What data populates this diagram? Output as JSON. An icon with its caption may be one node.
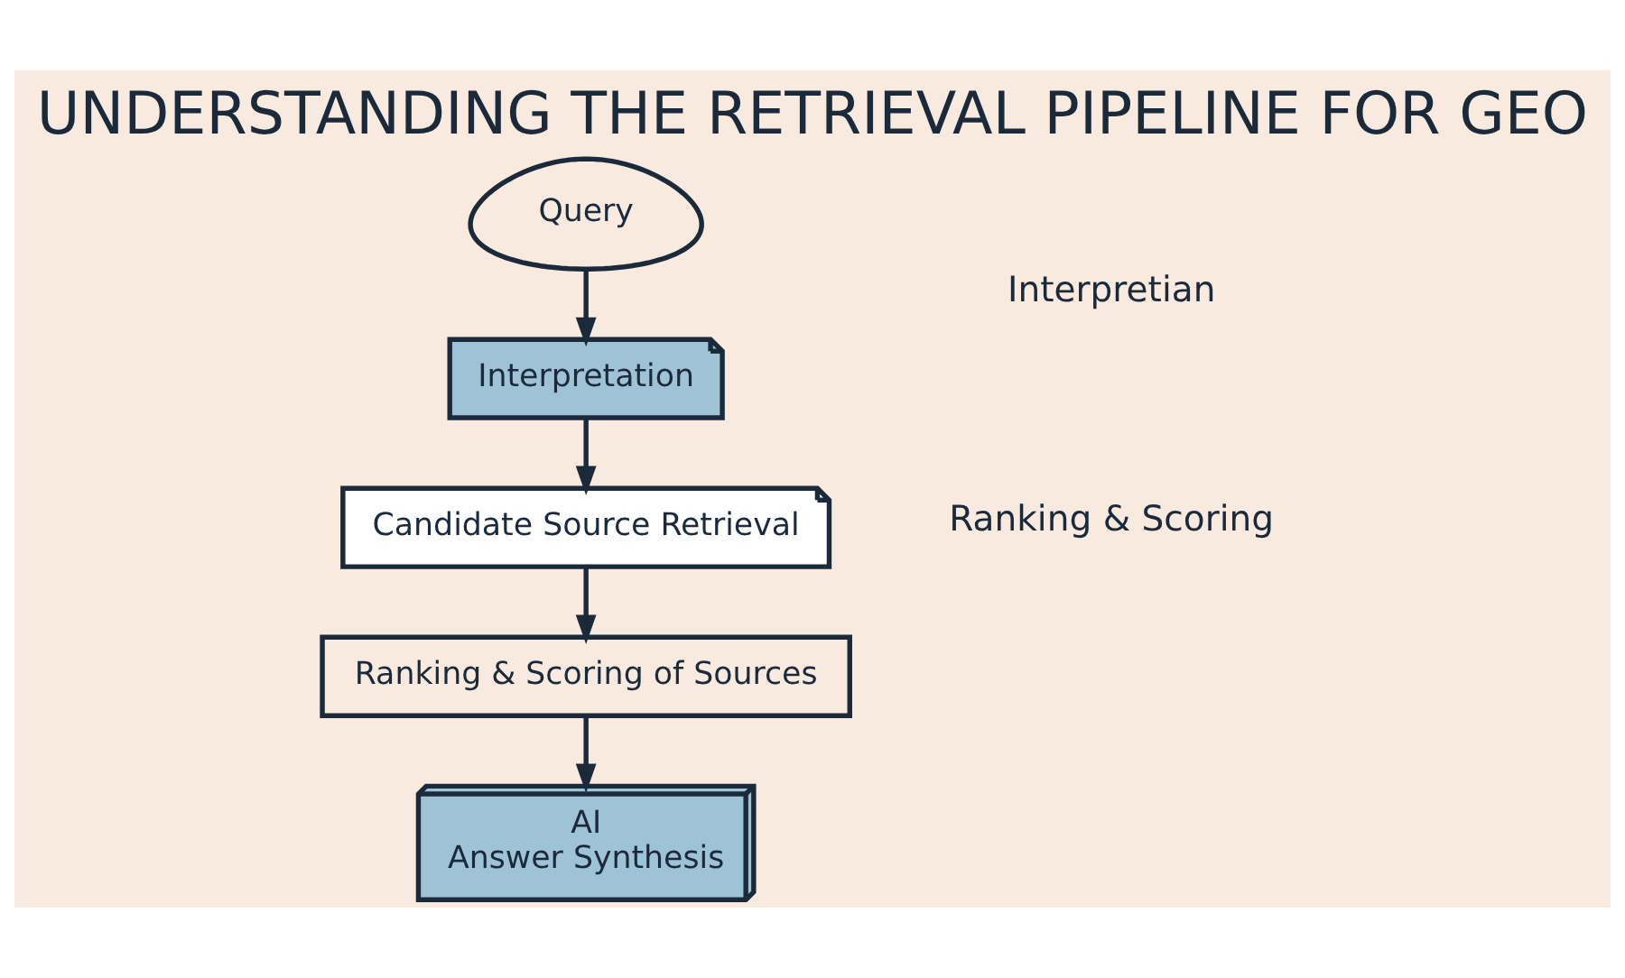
{
  "diagram": {
    "title": "UNDERSTANDING THE RETRIEVAL PIPELINE FOR GEO",
    "nodes": [
      {
        "text": [
          "Query"
        ]
      },
      {
        "text": [
          "Interpretation"
        ]
      },
      {
        "text": [
          "Candidate Source Retrieval"
        ]
      },
      {
        "text": [
          "Ranking & Scoring of Sources"
        ]
      },
      {
        "text": [
          "AI",
          "Answer Synthesis"
        ]
      }
    ],
    "edges": [
      {
        "from": 0,
        "to": 1,
        "arrow": "to"
      },
      {
        "from": 1,
        "to": 2,
        "arrow": "to"
      },
      {
        "from": 2,
        "to": 3,
        "arrow": "to"
      },
      {
        "from": 3,
        "to": 4,
        "arrow": "to"
      }
    ],
    "labels": [
      "Interpretian",
      "Ranking & Scoring"
    ]
  }
}
